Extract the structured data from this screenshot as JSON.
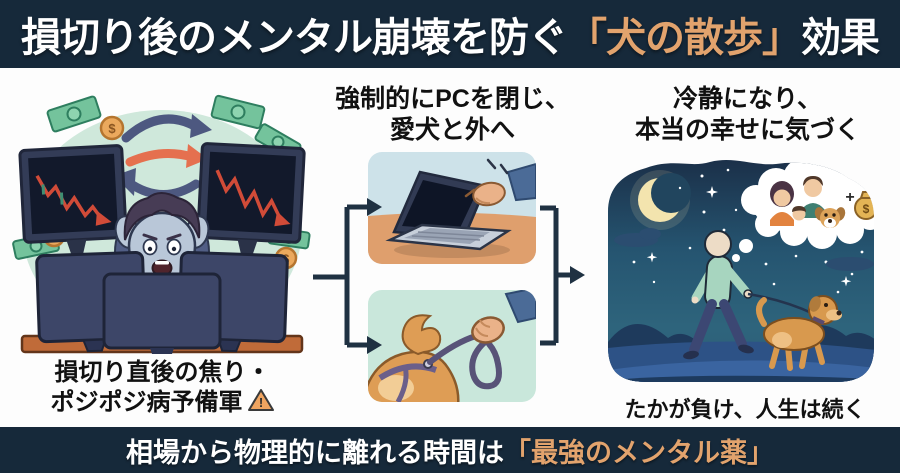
{
  "colors": {
    "banner_bg": "#16293a",
    "accent_orange": "#e2a36d",
    "arrow_navy": "#1f3142"
  },
  "header": {
    "title_pre": "損切り後のメンタル崩壊を防ぐ",
    "title_accent": "「犬の散歩」",
    "title_post": "効果"
  },
  "left_panel": {
    "caption_line1": "損切り直後の焦り・",
    "caption_line2": "ポジポジ病予備軍",
    "warning_mark": "!"
  },
  "middle_panel": {
    "heading_line1": "強制的にPCを閉じ、",
    "heading_line2": "愛犬と外へ"
  },
  "right_panel": {
    "heading_line1": "冷静になり、",
    "heading_line2": "本当の幸せに気づく",
    "caption": "たかが負け、人生は続く"
  },
  "footer": {
    "text_pre": "相場から物理的に離れる時間は",
    "text_accent": "「最強のメンタル薬」"
  },
  "symbols": {
    "dollar": "$",
    "plus": "+"
  }
}
